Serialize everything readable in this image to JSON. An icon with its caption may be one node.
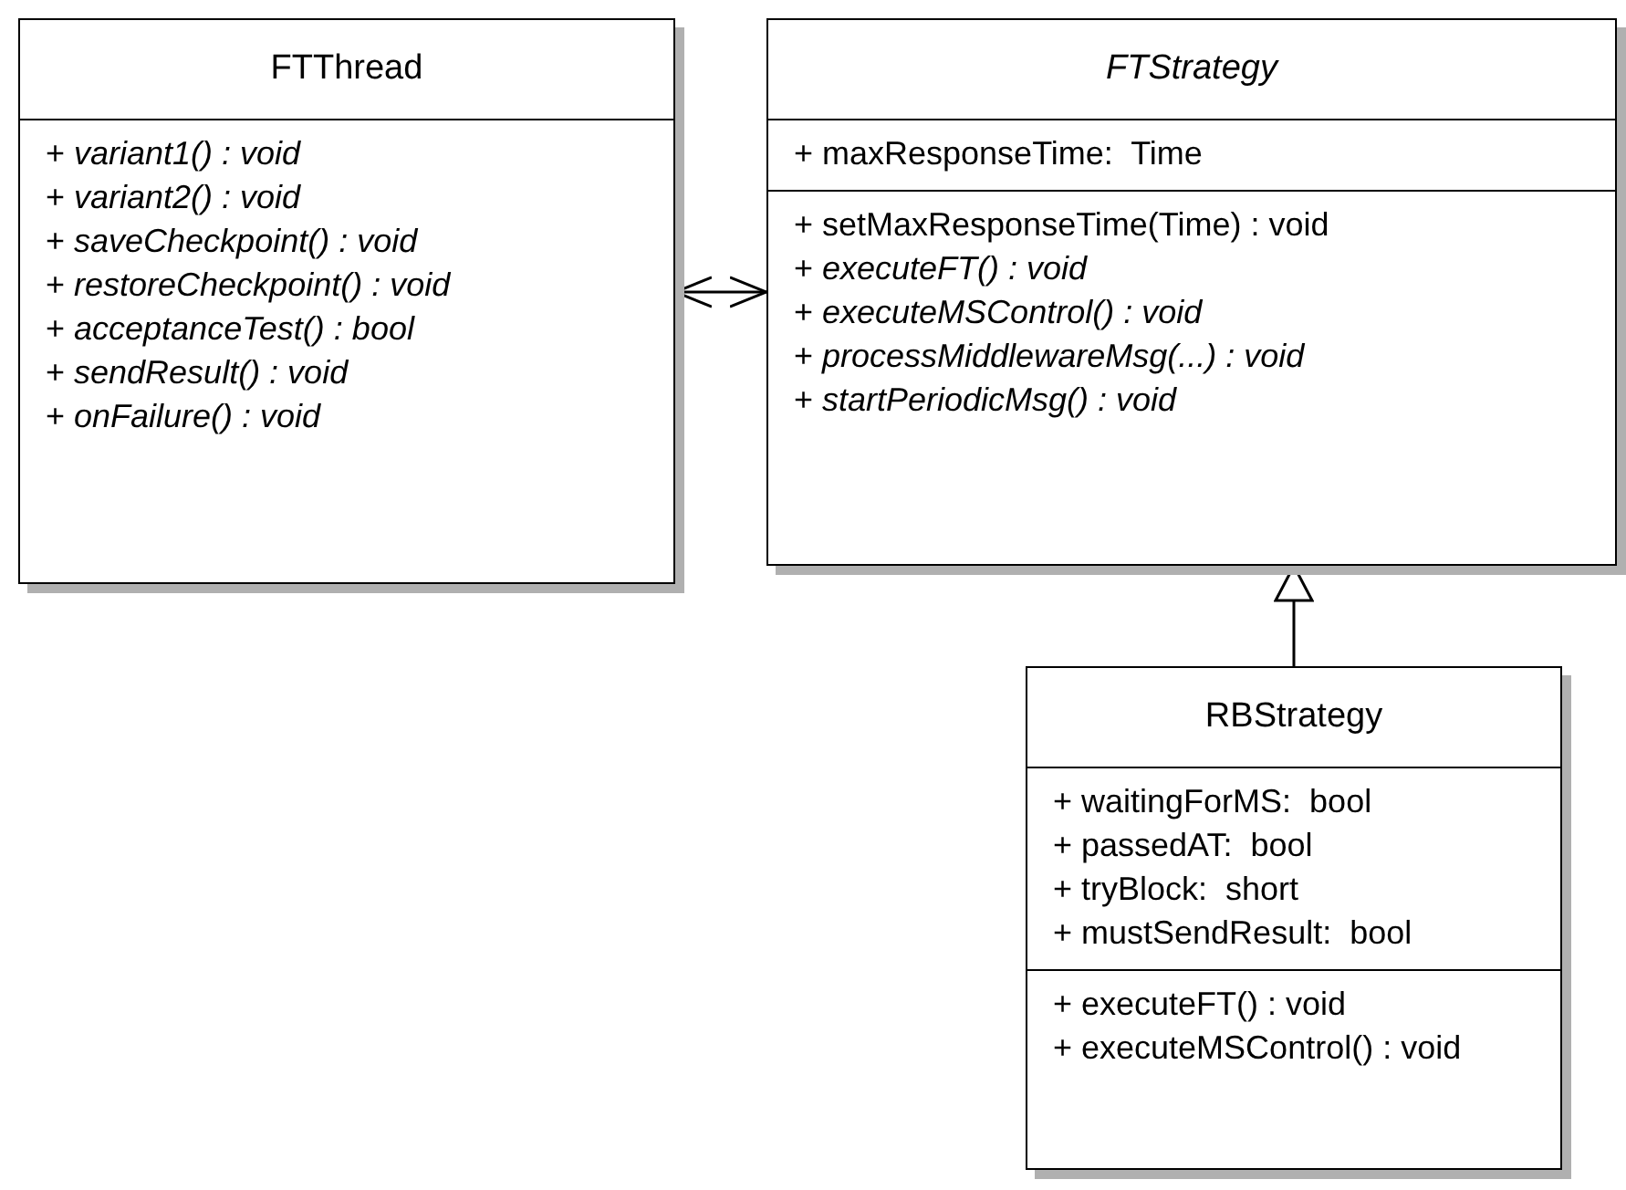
{
  "diagram": {
    "nodes": [
      {
        "text": [
          "FTThread",
          "+ *variant1() : void*",
          "+ *variant2() : void*",
          "+ *saveCheckpoint() : void*",
          "+ *restoreCheckpoint() : void*",
          "+ *acceptanceTest() : bool*",
          "+ *sendResult() : void*",
          "+ *onFailure() : void*"
        ]
      },
      {
        "text": [
          "*FTStrategy*",
          "+ maxResponseTime:  Time",
          "+ setMaxResponseTime(Time) : void",
          "+ *executeFT() : void*",
          "+ *executeMSControl() : void*",
          "+ *processMiddlewareMsg(...) : void*",
          "+ *startPeriodicMsg() : void*"
        ]
      },
      {
        "text": [
          "RBStrategy",
          "+ waitingForMS:  bool",
          "+ passedAT:  bool",
          "+ tryBlock:  short",
          "+ mustSendResult:  bool",
          "+ executeFT() : void",
          "+ executeMSControl() : void"
        ]
      }
    ],
    "edges": [
      {
        "from": 0,
        "to": 1,
        "arrow": "both"
      },
      {
        "from": 2,
        "to": 1,
        "arrow": "to"
      }
    ]
  }
}
